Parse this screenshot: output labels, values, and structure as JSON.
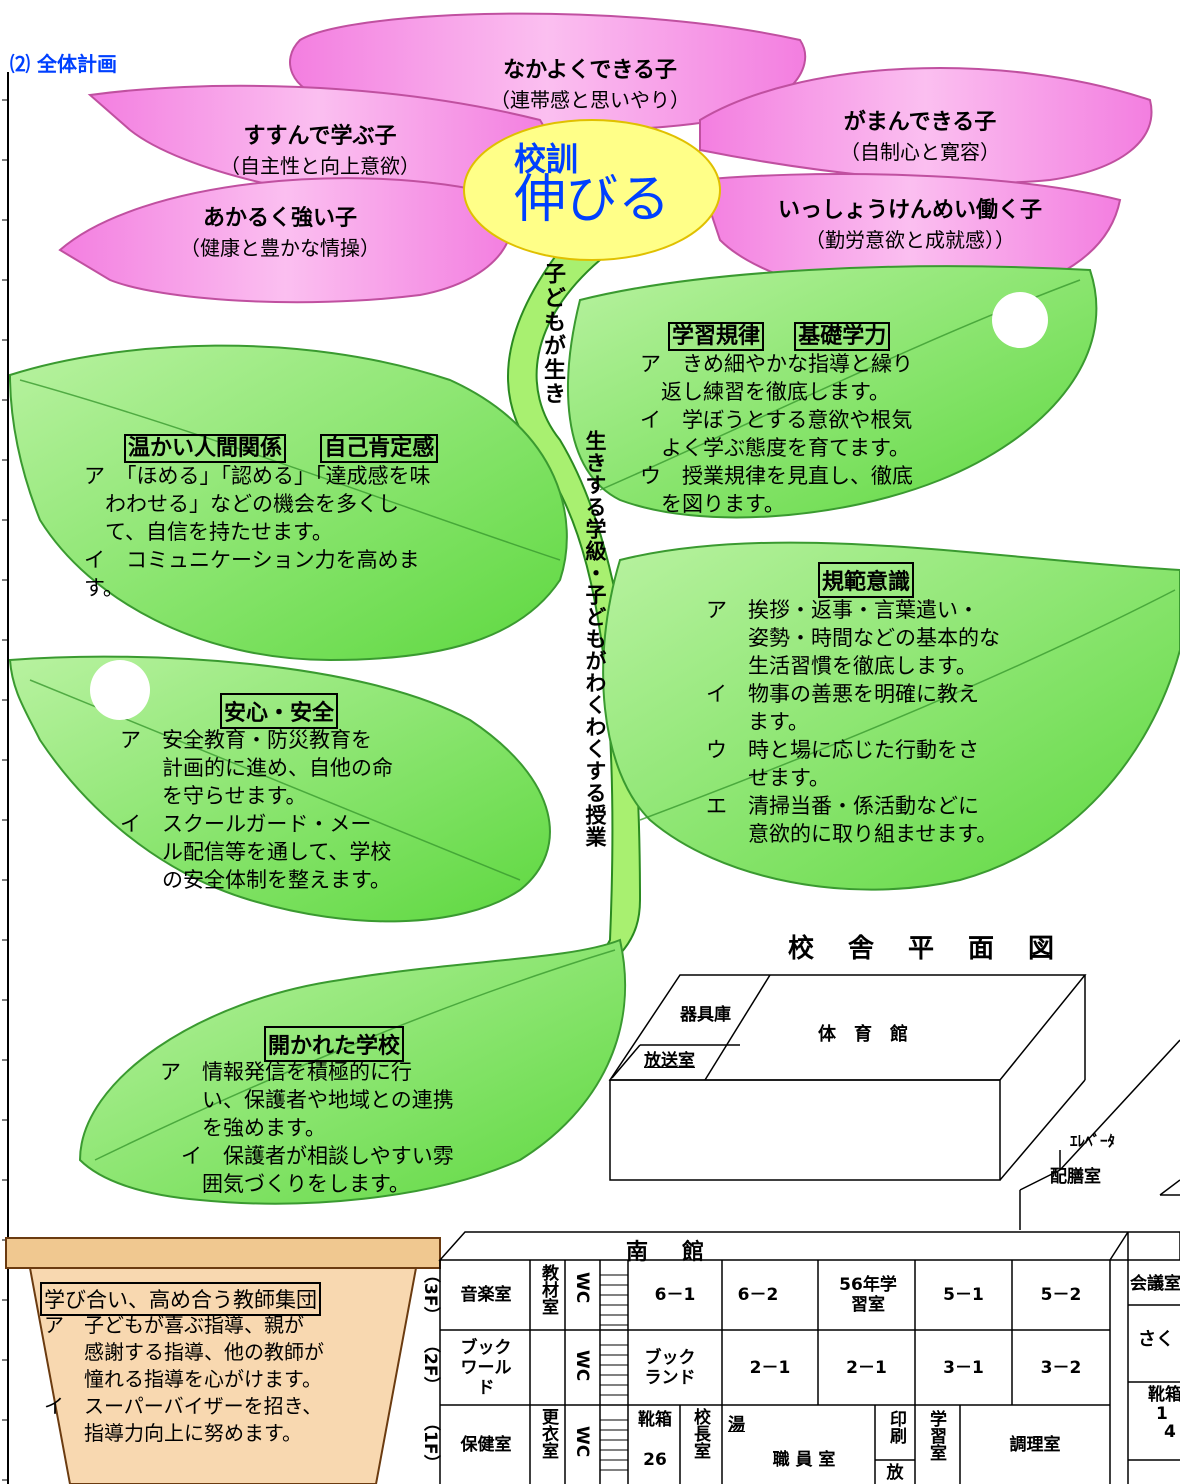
{
  "section_title": "⑵ 全体計画",
  "motto": {
    "label": "校訓",
    "value": "伸びる"
  },
  "petals": [
    {
      "title": "なかよくできる子",
      "sub": "（連帯感と思いやり）"
    },
    {
      "title": "すすんで学ぶ子",
      "sub": "（自主性と向上意欲）"
    },
    {
      "title": "がまんできる子",
      "sub": "（自制心と寛容）"
    },
    {
      "title": "あかるく強い子",
      "sub": "（健康と豊かな情操）"
    },
    {
      "title": "いっしょうけんめい働く子",
      "sub": "（勤労意欲と成就感））"
    }
  ],
  "stem": {
    "upper": "子どもが生き",
    "lower": "生きする学級・子どもがわくわくする授業"
  },
  "leaves": {
    "kankei": {
      "title1": "温かい人間関係",
      "title2": "自己肯定感",
      "text": "ア　「ほめる」「認める」「達成感を味\n　わわせる」などの機会を多くし\n　て、自信を持たせます。\nイ　コミュニケーション力を高めま\nす。"
    },
    "gakushu": {
      "title1": "学習規律",
      "title2": "基礎学力",
      "text": "ア　きめ細やかな指導と繰り\n　返し練習を徹底します。\nイ　学ぼうとする意欲や根気\n　よく学ぶ態度を育てます。\nウ　授業規律を見直し、徹底\n　を図ります。"
    },
    "kihan": {
      "title": "規範意識",
      "text": "ア　挨拶・返事・言葉遣い・\n　　姿勢・時間などの基本的な\n　　生活習慣を徹底します。\nイ　物事の善悪を明確に教え\n　　ます。\nウ　時と場に応じた行動をさ\n　　せます。\nエ　清掃当番・係活動などに\n　　意欲的に取り組ませます。"
    },
    "anzen": {
      "title": "安心・安全",
      "text": "ア　安全教育・防災教育を\n　　計画的に進め、自他の命\n　　を守らせます。\nイ　スクールガード・メー\n　　ル配信等を通して、学校\n　　の安全体制を整えます。"
    },
    "hirakareta": {
      "title": "開かれた学校",
      "text": "ア　情報発信を積極的に行\n　　い、保護者や地域との連携\n　　を強めます。\n　イ　保護者が相談しやすい雰\n　　囲気づくりをします。"
    }
  },
  "pot": {
    "title": "学び合い、高め合う教師集団",
    "text": "ア　子どもが喜ぶ指導、親が\n　　感謝する指導、他の教師が\n　　憧れる指導を心がけます。\nイ　スーパーバイザーを招き、\n　　指導力向上に努めます。"
  },
  "floorplan": {
    "title": "校　舎　平　面　図",
    "gym": "体　育　館",
    "equipment": "器具庫",
    "broadcast": "放送室",
    "elevator": "ｴﾚﾍﾞｰﾀ",
    "serving": "配膳室",
    "south": "南　館",
    "floors": {
      "f3": "（3F）",
      "f2": "（2F）",
      "f1": "（1F）"
    },
    "f3": [
      "音楽室",
      "教材室",
      "WC",
      "6－1",
      "6－2",
      "56年学習室",
      "5－1",
      "5－2"
    ],
    "f2": [
      "ブックワールド",
      "WC",
      "ブックランド",
      "2－1",
      "2－1",
      "3－1",
      "3－2"
    ],
    "f1": [
      "保健室",
      "更衣室",
      "WC",
      "靴箱",
      "26",
      "校長室",
      "湯",
      "職 員 室",
      "印刷",
      "放",
      "学習室",
      "調理室"
    ],
    "right": [
      "会議室",
      "さく",
      "靴箱",
      "1",
      "4"
    ]
  },
  "colors": {
    "petal": "#f9a0e8",
    "leaf": "#86e670",
    "center": "#ffff88",
    "pot": "#f8d0a0",
    "title_blue": "#0040ff"
  }
}
